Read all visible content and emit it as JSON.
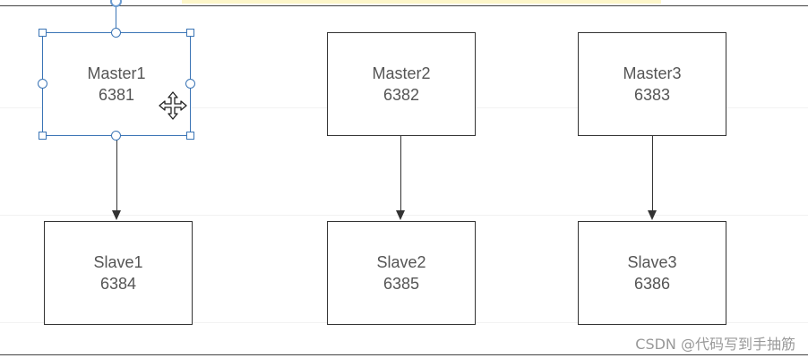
{
  "diagram": {
    "nodes": [
      {
        "id": "master1",
        "name": "Master1",
        "port": "6381"
      },
      {
        "id": "master2",
        "name": "Master2",
        "port": "6382"
      },
      {
        "id": "master3",
        "name": "Master3",
        "port": "6383"
      },
      {
        "id": "slave1",
        "name": "Slave1",
        "port": "6384"
      },
      {
        "id": "slave2",
        "name": "Slave2",
        "port": "6385"
      },
      {
        "id": "slave3",
        "name": "Slave3",
        "port": "6386"
      }
    ],
    "edges": [
      {
        "from": "master1",
        "to": "slave1"
      },
      {
        "from": "master2",
        "to": "slave2"
      },
      {
        "from": "master3",
        "to": "slave3"
      }
    ],
    "selected_node": "master1"
  },
  "watermark": "CSDN @代码写到手抽筋",
  "colors": {
    "selection": "#3a74b5",
    "node_border": "#333333",
    "node_text": "#555555"
  },
  "icons": {
    "cursor": "move-cursor-icon"
  }
}
